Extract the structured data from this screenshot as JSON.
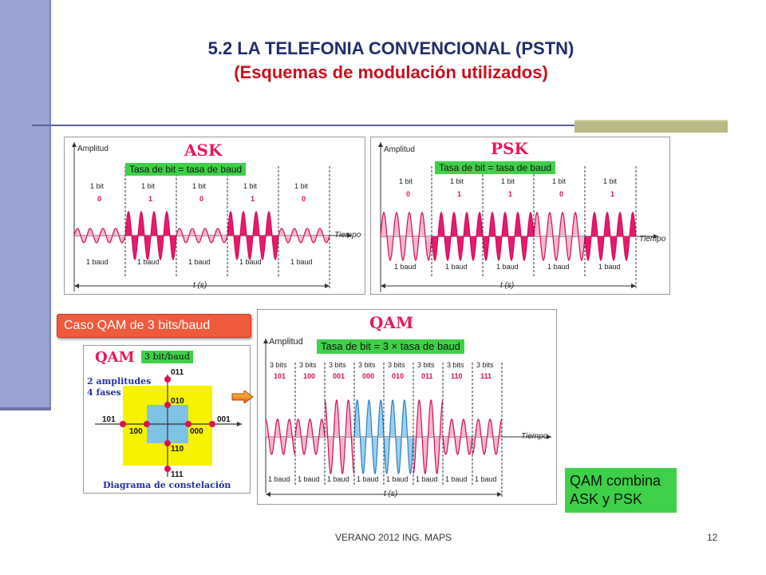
{
  "slide": {
    "title_line1": "5.2 LA TELEFONIA CONVENCIONAL (PSTN)",
    "title_line2": "(Esquemas de modulación utilizados)",
    "footer": "VERANO 2012 ING. MAPS",
    "page_number": "12"
  },
  "ask": {
    "title": "ASK",
    "amplitude_label": "Amplitud",
    "rate_box": "Tasa de bit = tasa de baud",
    "bit_label": "1 bit",
    "bits": [
      "0",
      "1",
      "0",
      "1",
      "0"
    ],
    "baud_label": "1 baud",
    "time_label": "Tiempo",
    "t_label": "t (s)"
  },
  "psk": {
    "title": "PSK",
    "amplitude_label": "Amplitud",
    "rate_box": "Tasa de bit = tasa de baud",
    "bit_label": "1 bit",
    "bits": [
      "0",
      "1",
      "1",
      "0",
      "1"
    ],
    "baud_label": "1 baud",
    "time_label": "Tiempo",
    "t_label": "t (s)"
  },
  "qam_case": {
    "banner": "Caso QAM de 3 bits/baud"
  },
  "constellation": {
    "title": "QAM",
    "badge": "3 bit/baud",
    "desc_line1": "2 amplitudes",
    "desc_line2": "4 fases",
    "caption": "Diagrama de constelación",
    "points": [
      "011",
      "010",
      "001",
      "000",
      "100",
      "101",
      "110",
      "111"
    ]
  },
  "qam": {
    "title": "QAM",
    "amplitude_label": "Amplitud",
    "rate_box": "Tasa de bit = 3 × tasa de baud",
    "bits_label": "3 bits",
    "symbols": [
      "101",
      "100",
      "001",
      "000",
      "010",
      "011",
      "110",
      "111"
    ],
    "baud_label": "1 baud",
    "time_label": "Tiempo",
    "t_label": "t (s)"
  },
  "note": {
    "line1": "QAM combina",
    "line2": "ASK y PSK"
  }
}
